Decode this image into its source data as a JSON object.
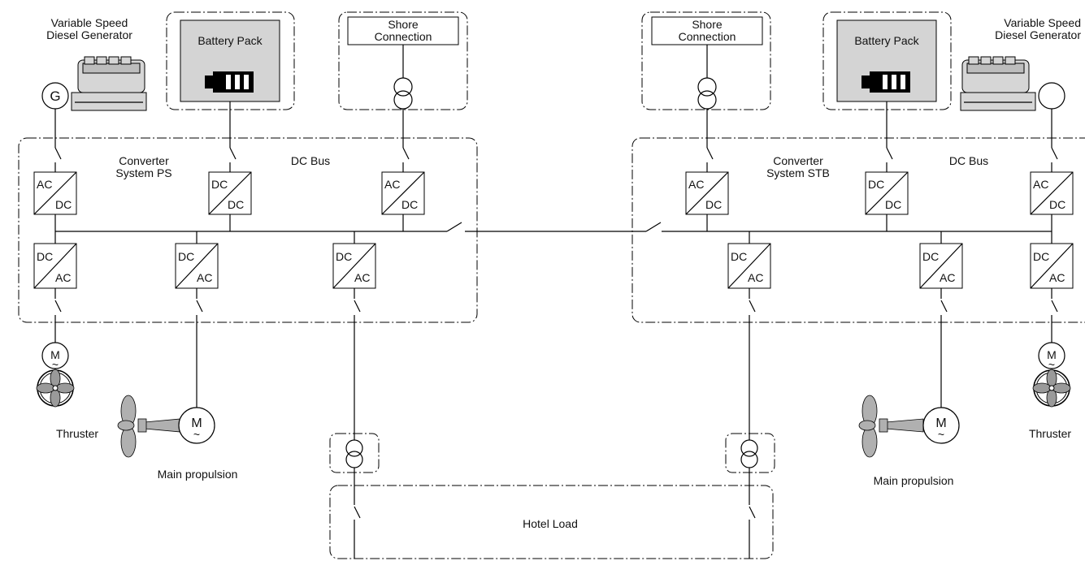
{
  "labels": {
    "gen_ps": [
      "Variable Speed",
      "Diesel Generator"
    ],
    "gen_stb": [
      "Variable Speed",
      "Diesel Generator"
    ],
    "battery_ps": "Battery Pack",
    "battery_stb": "Battery Pack",
    "shore_ps": [
      "Shore",
      "Connection"
    ],
    "shore_stb": [
      "Shore",
      "Connection"
    ],
    "conv_ps": [
      "Converter",
      "System PS"
    ],
    "conv_stb": [
      "Converter",
      "System STB"
    ],
    "dcbus_ps": "DC Bus",
    "dcbus_stb": "DC Bus",
    "thruster_ps": "Thruster",
    "thruster_stb": "Thruster",
    "main_ps": "Main propulsion",
    "main_stb": "Main propulsion",
    "hotel": "Hotel Load"
  },
  "symbols": {
    "generator": "G",
    "motor": "M",
    "tilde": "~",
    "ac": "AC",
    "dc": "DC"
  }
}
